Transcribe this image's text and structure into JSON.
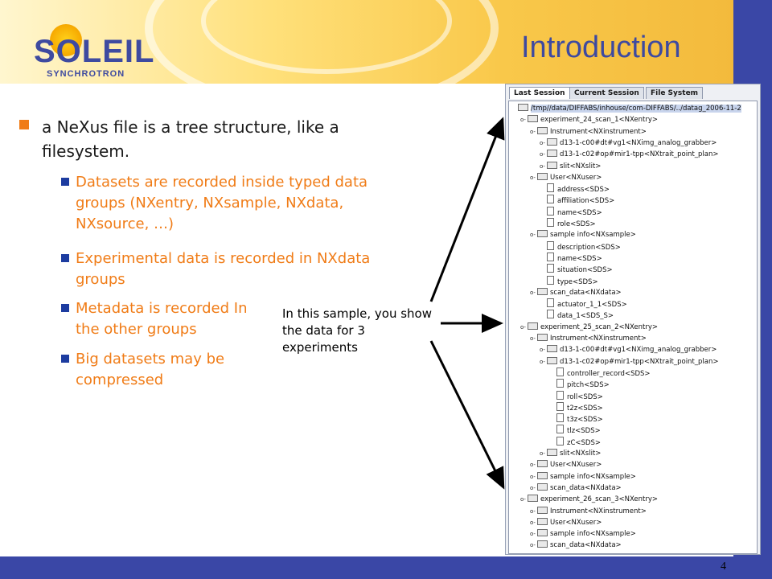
{
  "header": {
    "title": "Introduction",
    "logo_text": "SOLEIL",
    "logo_subtext": "SYNCHROTRON"
  },
  "bullets": {
    "main": "a NeXus file is a tree structure, like a filesystem.",
    "subs": [
      "Datasets are recorded inside typed data groups (NXentry, NXsample, NXdata, NXsource, …)",
      "Experimental data is recorded in NXdata groups",
      "Metadata is recorded In the other groups",
      "Big datasets may be compressed"
    ]
  },
  "annotation": "In this sample, you show the data for 3 experiments",
  "page_number": "4",
  "browser": {
    "tabs": [
      "Last Session",
      "Current Session",
      "File System"
    ],
    "active_tab": "Last Session",
    "tree": [
      {
        "label": "/tmp//data/DIFFABS/inhouse/com-DIFFABS/../datag_2006-11-2",
        "type": "folder",
        "level": 0,
        "toggle": "",
        "selected": true
      },
      {
        "label": "experiment_24_scan_1<NXentry>",
        "type": "folder",
        "level": 1,
        "toggle": "o-"
      },
      {
        "label": "Instrument<NXinstrument>",
        "type": "folder",
        "level": 2,
        "toggle": "o-"
      },
      {
        "label": "d13-1-c00#dt#vg1<NXimg_analog_grabber>",
        "type": "folder",
        "level": 3,
        "toggle": "o-"
      },
      {
        "label": "d13-1-c02#op#mir1-tpp<NXtrait_point_plan>",
        "type": "folder",
        "level": 3,
        "toggle": "o-"
      },
      {
        "label": "slit<NXslit>",
        "type": "folder",
        "level": 3,
        "toggle": "o-"
      },
      {
        "label": "User<NXuser>",
        "type": "folder",
        "level": 2,
        "toggle": "o-"
      },
      {
        "label": "address<SDS>",
        "type": "file",
        "level": 3,
        "toggle": ""
      },
      {
        "label": "affiliation<SDS>",
        "type": "file",
        "level": 3,
        "toggle": ""
      },
      {
        "label": "name<SDS>",
        "type": "file",
        "level": 3,
        "toggle": ""
      },
      {
        "label": "role<SDS>",
        "type": "file",
        "level": 3,
        "toggle": ""
      },
      {
        "label": "sample info<NXsample>",
        "type": "folder",
        "level": 2,
        "toggle": "o-"
      },
      {
        "label": "description<SDS>",
        "type": "file",
        "level": 3,
        "toggle": ""
      },
      {
        "label": "name<SDS>",
        "type": "file",
        "level": 3,
        "toggle": ""
      },
      {
        "label": "situation<SDS>",
        "type": "file",
        "level": 3,
        "toggle": ""
      },
      {
        "label": "type<SDS>",
        "type": "file",
        "level": 3,
        "toggle": ""
      },
      {
        "label": "scan_data<NXdata>",
        "type": "folder",
        "level": 2,
        "toggle": "o-"
      },
      {
        "label": "actuator_1_1<SDS>",
        "type": "file",
        "level": 3,
        "toggle": ""
      },
      {
        "label": "data_1<SDS_S>",
        "type": "file",
        "level": 3,
        "toggle": ""
      },
      {
        "label": "experiment_25_scan_2<NXentry>",
        "type": "folder",
        "level": 1,
        "toggle": "o-"
      },
      {
        "label": "Instrument<NXinstrument>",
        "type": "folder",
        "level": 2,
        "toggle": "o-"
      },
      {
        "label": "d13-1-c00#dt#vg1<NXimg_analog_grabber>",
        "type": "folder",
        "level": 3,
        "toggle": "o-"
      },
      {
        "label": "d13-1-c02#op#mir1-tpp<NXtrait_point_plan>",
        "type": "folder",
        "level": 3,
        "toggle": "o-"
      },
      {
        "label": "controller_record<SDS>",
        "type": "file",
        "level": 4,
        "toggle": ""
      },
      {
        "label": "pitch<SDS>",
        "type": "file",
        "level": 4,
        "toggle": ""
      },
      {
        "label": "roll<SDS>",
        "type": "file",
        "level": 4,
        "toggle": ""
      },
      {
        "label": "t2z<SDS>",
        "type": "file",
        "level": 4,
        "toggle": ""
      },
      {
        "label": "t3z<SDS>",
        "type": "file",
        "level": 4,
        "toggle": ""
      },
      {
        "label": "tlz<SDS>",
        "type": "file",
        "level": 4,
        "toggle": ""
      },
      {
        "label": "zC<SDS>",
        "type": "file",
        "level": 4,
        "toggle": ""
      },
      {
        "label": "slit<NXslit>",
        "type": "folder",
        "level": 3,
        "toggle": "o-"
      },
      {
        "label": "User<NXuser>",
        "type": "folder",
        "level": 2,
        "toggle": "o-"
      },
      {
        "label": "sample info<NXsample>",
        "type": "folder",
        "level": 2,
        "toggle": "o-"
      },
      {
        "label": "scan_data<NXdata>",
        "type": "folder",
        "level": 2,
        "toggle": "o-"
      },
      {
        "label": "experiment_26_scan_3<NXentry>",
        "type": "folder",
        "level": 1,
        "toggle": "o-"
      },
      {
        "label": "Instrument<NXinstrument>",
        "type": "folder",
        "level": 2,
        "toggle": "o-"
      },
      {
        "label": "User<NXuser>",
        "type": "folder",
        "level": 2,
        "toggle": "o-"
      },
      {
        "label": "sample info<NXsample>",
        "type": "folder",
        "level": 2,
        "toggle": "o-"
      },
      {
        "label": "scan_data<NXdata>",
        "type": "folder",
        "level": 2,
        "toggle": "o-"
      }
    ]
  },
  "colors": {
    "accent_blue": "#3e4aa0",
    "stripe_blue": "#3a47a6",
    "bullet_orange": "#f07c17",
    "sub_bullet_blue": "#1d3ca0"
  }
}
